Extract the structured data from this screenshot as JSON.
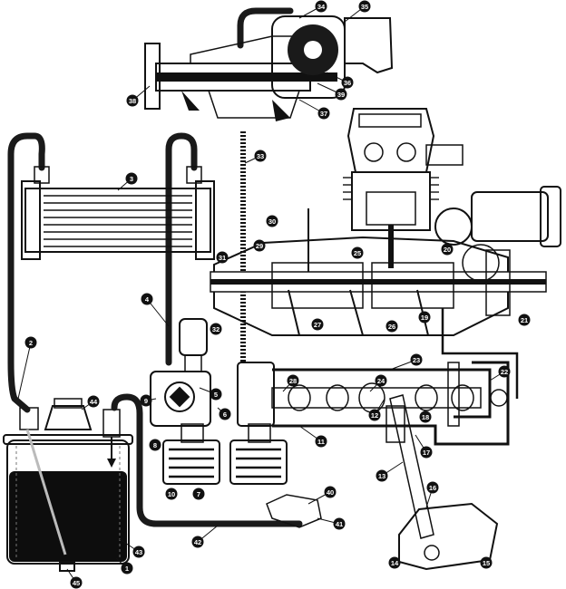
{
  "diagram": {
    "colors": {
      "ink": "#111111",
      "paper": "#ffffff",
      "hatch": "#555555"
    },
    "callouts": [
      {
        "id": "c1",
        "label": "1"
      },
      {
        "id": "c2",
        "label": "2"
      },
      {
        "id": "c3",
        "label": "3"
      },
      {
        "id": "c4",
        "label": "4"
      },
      {
        "id": "c5",
        "label": "5"
      },
      {
        "id": "c6",
        "label": "6"
      },
      {
        "id": "c7",
        "label": "7"
      },
      {
        "id": "c8",
        "label": "8"
      },
      {
        "id": "c9",
        "label": "9"
      },
      {
        "id": "c10",
        "label": "10"
      },
      {
        "id": "c11",
        "label": "11"
      },
      {
        "id": "c12",
        "label": "12"
      },
      {
        "id": "c13",
        "label": "13"
      },
      {
        "id": "c14",
        "label": "14"
      },
      {
        "id": "c15",
        "label": "15"
      },
      {
        "id": "c16",
        "label": "16"
      },
      {
        "id": "c17",
        "label": "17"
      },
      {
        "id": "c18",
        "label": "18"
      },
      {
        "id": "c19",
        "label": "19"
      },
      {
        "id": "c20",
        "label": "20"
      },
      {
        "id": "c21",
        "label": "21"
      },
      {
        "id": "c22",
        "label": "22"
      },
      {
        "id": "c23",
        "label": "23"
      },
      {
        "id": "c24",
        "label": "24"
      },
      {
        "id": "c25",
        "label": "25"
      },
      {
        "id": "c26",
        "label": "26"
      },
      {
        "id": "c27",
        "label": "27"
      },
      {
        "id": "c28",
        "label": "28"
      },
      {
        "id": "c29",
        "label": "29"
      },
      {
        "id": "c30",
        "label": "30"
      },
      {
        "id": "c31",
        "label": "31"
      },
      {
        "id": "c32",
        "label": "32"
      },
      {
        "id": "c33",
        "label": "33"
      },
      {
        "id": "c34",
        "label": "34"
      },
      {
        "id": "c35",
        "label": "35"
      },
      {
        "id": "c36",
        "label": "36"
      },
      {
        "id": "c37",
        "label": "37"
      },
      {
        "id": "c38",
        "label": "38"
      },
      {
        "id": "c39",
        "label": "39"
      },
      {
        "id": "c40",
        "label": "40"
      },
      {
        "id": "c41",
        "label": "41"
      },
      {
        "id": "c42",
        "label": "42"
      },
      {
        "id": "c43",
        "label": "43"
      },
      {
        "id": "c44",
        "label": "44"
      },
      {
        "id": "c45",
        "label": "45"
      }
    ]
  }
}
